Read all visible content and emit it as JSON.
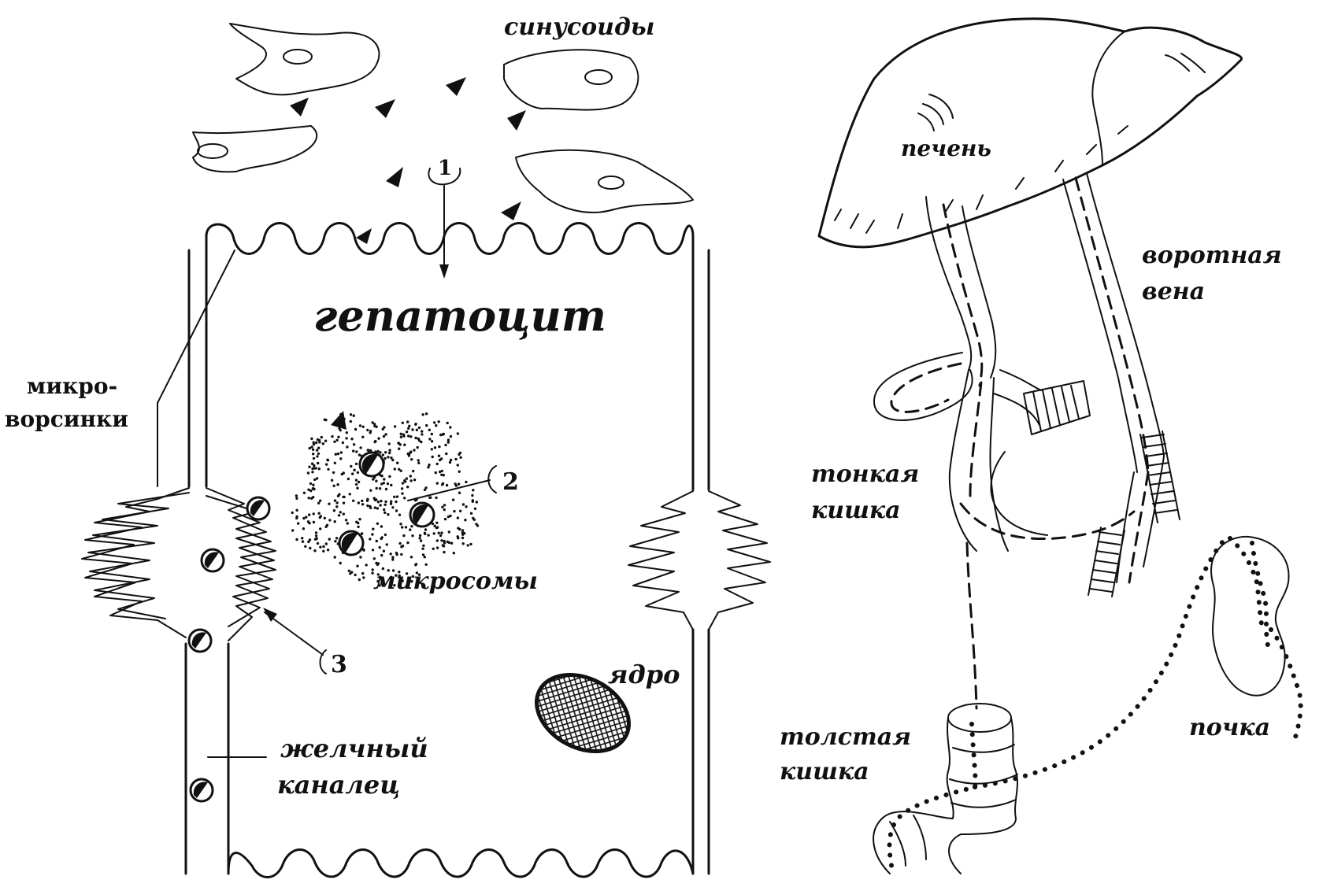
{
  "labels": {
    "sinusoids": "синусоиды",
    "hepatocyte": "гепатоцит",
    "microvilli_line1": "микро-",
    "microvilli_line2": "ворсинки",
    "microsomes": "микросомы",
    "nucleus": "ядро",
    "bile_canaliculus_line1": "желчный",
    "bile_canaliculus_line2": "каналец",
    "liver": "печень",
    "portal_vein_line1": "воротная",
    "portal_vein_line2": "вена",
    "small_intestine_line1": "тонкая",
    "small_intestine_line2": "кишка",
    "large_intestine_line1": "толстая",
    "large_intestine_line2": "кишка",
    "kidney": "почка"
  },
  "markers": {
    "m1": "1",
    "m2": "2",
    "m3": "3"
  },
  "colors": {
    "ink": "#111111",
    "background": "#ffffff"
  }
}
